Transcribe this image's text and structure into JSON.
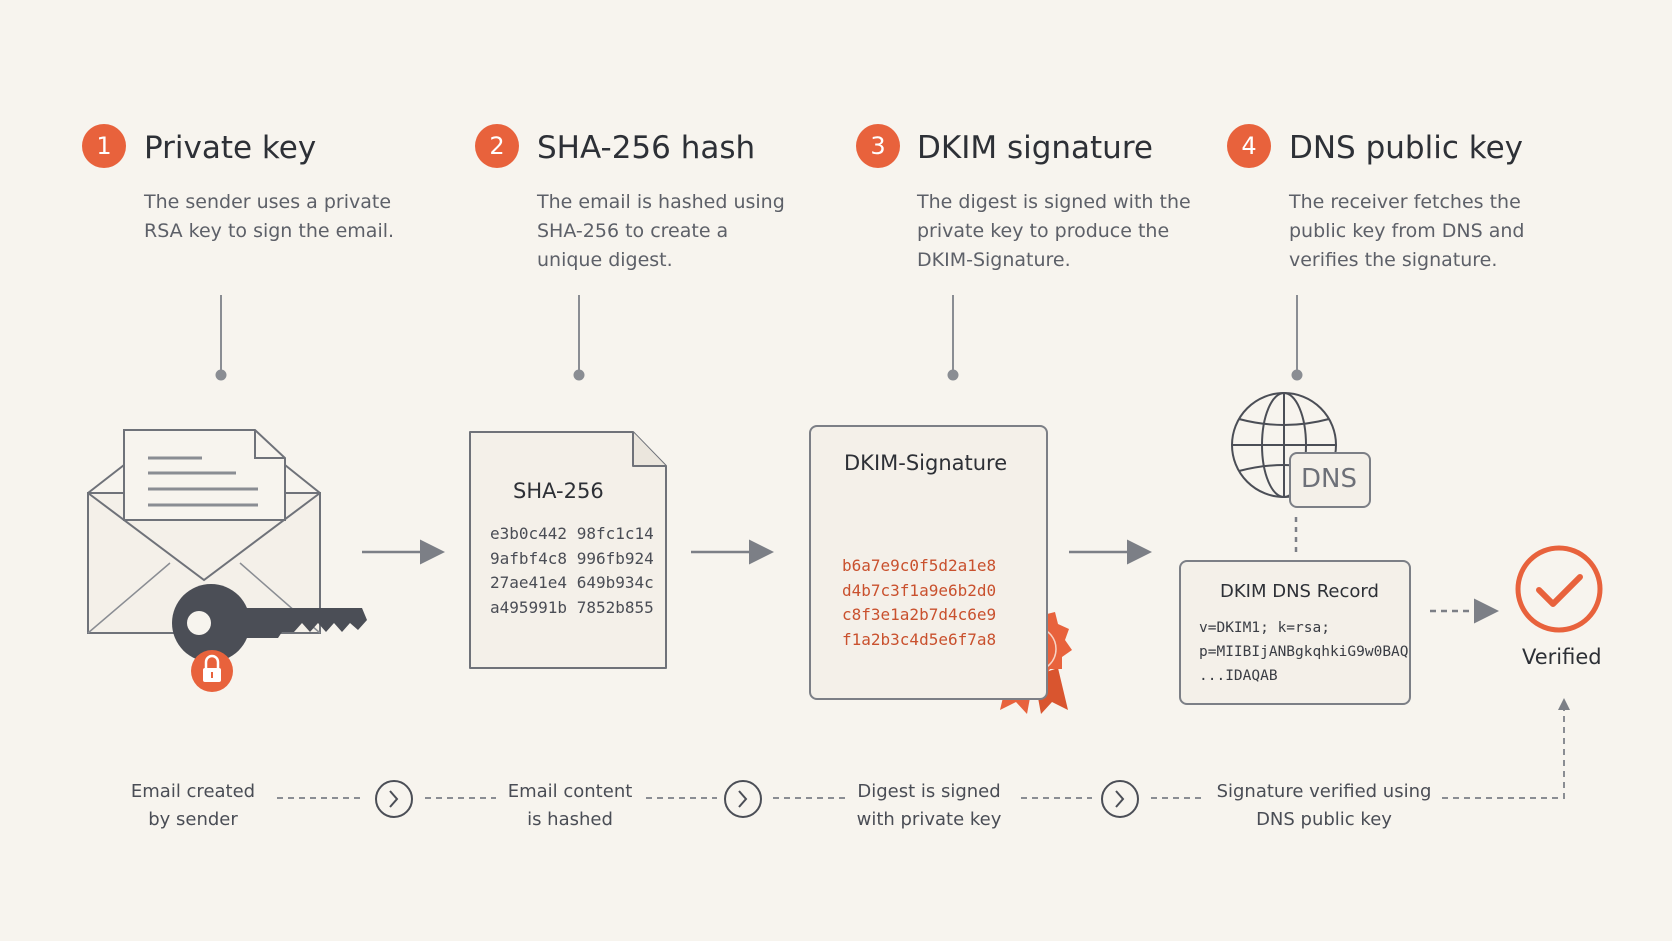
{
  "steps": [
    {
      "number": "1",
      "title": "Private key",
      "desc_lines": [
        "The sender uses a private",
        "RSA key to sign the email."
      ]
    },
    {
      "number": "2",
      "title": "SHA-256 hash",
      "desc_lines": [
        "The email is hashed using",
        "SHA-256 to create a",
        "unique digest."
      ]
    },
    {
      "number": "3",
      "title": "DKIM signature",
      "desc_lines": [
        "The digest is signed with the",
        "private key to produce the",
        "DKIM-Signature."
      ]
    },
    {
      "number": "4",
      "title": "DNS public key",
      "desc_lines": [
        "The receiver fetches the",
        "public key from DNS and",
        "verifies the signature."
      ]
    }
  ],
  "hash_card": {
    "title": "SHA-256",
    "lines": [
      "e3b0c442 98fc1c14",
      "9afbf4c8 996fb924",
      "27ae41e4 649b934c",
      "a495991b 7852b855"
    ]
  },
  "signature_card": {
    "title": "DKIM-Signature",
    "lines": [
      "b6a7e9c0f5d2a1e8",
      "d4b7c3f1a9e6b2d0",
      "c8f3e1a2b7d4c6e9",
      "f1a2b3c4d5e6f7a8"
    ]
  },
  "dns_badge": "DNS",
  "dns_record": {
    "title": "DKIM DNS Record",
    "lines": [
      "v=DKIM1; k=rsa;",
      "p=MIIBIjANBgkqhkiG9w0BAQ",
      "...IDAQAB"
    ]
  },
  "verified_label": "Verified",
  "flow_labels": [
    {
      "line1": "Email created",
      "line2": "by sender"
    },
    {
      "line1": "Email content",
      "line2": "is hashed"
    },
    {
      "line1": "Digest is signed",
      "line2": "with private key"
    },
    {
      "line1": "Signature verified using",
      "line2": "DNS public key"
    }
  ],
  "colors": {
    "accent": "#e8623c",
    "signature_text": "#c9512e",
    "line": "#8a8d93",
    "key": "#4b4e56",
    "background": "#f7f4ee"
  },
  "icons": [
    "envelope-icon",
    "key-icon",
    "lock-icon",
    "document-icon",
    "seal-icon",
    "globe-icon",
    "checkmark-icon",
    "chevron-right-icon",
    "arrow-right-icon"
  ]
}
